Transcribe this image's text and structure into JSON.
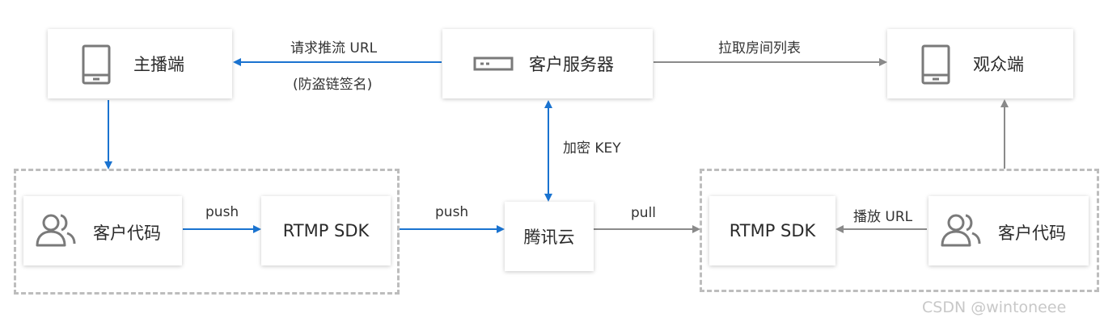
{
  "nodes": {
    "anchor": "主播端",
    "server": "客户服务器",
    "viewer": "观众端",
    "client_left": "客户代码",
    "sdk_left": "RTMP SDK",
    "cloud": "腾讯云",
    "sdk_right": "RTMP SDK",
    "client_right": "客户代码"
  },
  "edges": {
    "request_push_url": "请求推流 URL",
    "anti_leech_sign": "(防盗链签名)",
    "pull_room_list": "拉取房间列表",
    "encrypt_key": "加密 KEY",
    "push_1": "push",
    "push_2": "push",
    "pull": "pull",
    "play_url": "播放 URL"
  },
  "watermark": "CSDN @wintoneee",
  "colors": {
    "blue_arrow": "#1a73d0",
    "gray_arrow": "#8a8a8a",
    "dashed_border": "#bdbdbd",
    "icon_gray": "#7a7a7a"
  }
}
